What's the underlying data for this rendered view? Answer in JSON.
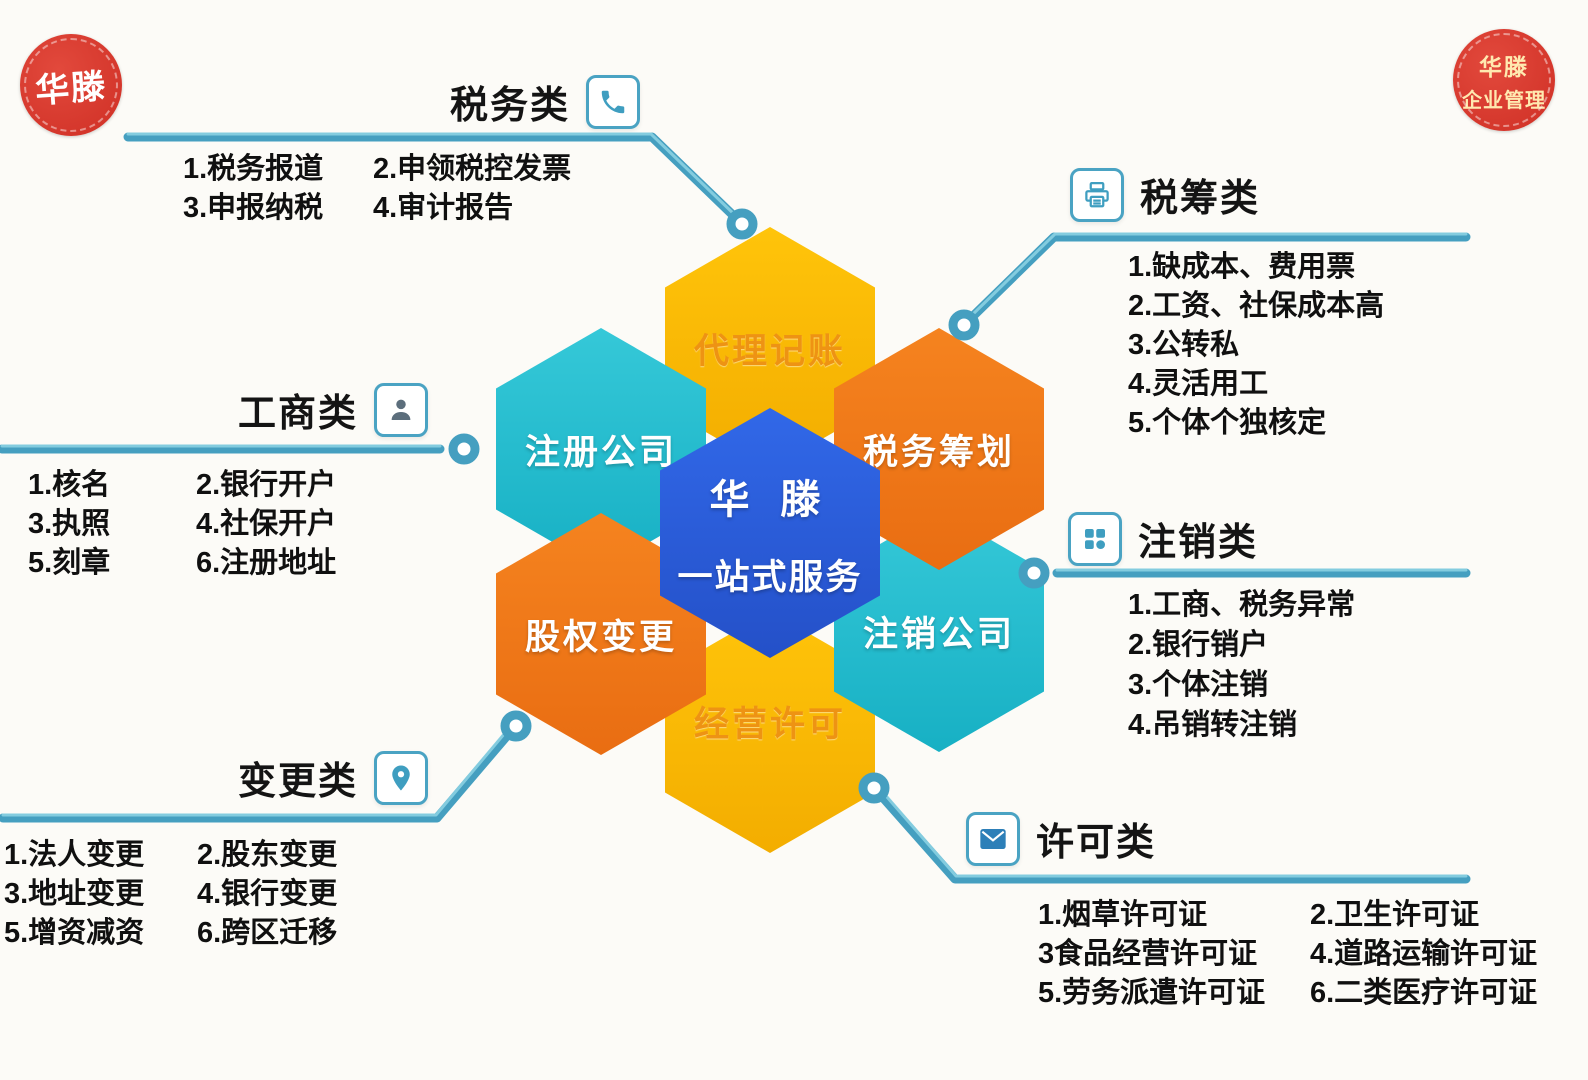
{
  "colors": {
    "background": "#fcfbf7",
    "line_teal": "#459fc0",
    "hex_gold": "#f7b602",
    "hex_cyan": "#23bccd",
    "hex_orange": "#f1771d",
    "hex_blue": "#2a5cdb",
    "seal_red": "#d5342c",
    "gold_label_text": "#ee9313"
  },
  "seal_left": {
    "text": "华滕"
  },
  "seal_right": {
    "line1": "华滕",
    "line2": "企业管理"
  },
  "center_hex": {
    "line1": "华 滕",
    "line2": "一站式服务"
  },
  "hex": {
    "bookkeeping": {
      "label": "代理记账",
      "color": "#f7b602"
    },
    "register": {
      "label": "注册公司",
      "color": "#23bccd"
    },
    "taxplan": {
      "label": "税务筹划",
      "color": "#f1771d"
    },
    "equity": {
      "label": "股权变更",
      "color": "#f1771d"
    },
    "cancel": {
      "label": "注销公司",
      "color": "#23bccd"
    },
    "license": {
      "label": "经营许可",
      "color": "#f7b602"
    }
  },
  "callouts": {
    "tax": {
      "title": "税务类",
      "icon": "phone-icon",
      "rows": [
        {
          "c1": "1.税务报道",
          "c2": "2.申领税控发票"
        },
        {
          "c1": "3.申报纳税",
          "c2": "4.审计报告"
        }
      ]
    },
    "taxplanning": {
      "title": "税筹类",
      "icon": "printer-icon",
      "items": [
        "1.缺成本、费用票",
        "2.工资、社保成本高",
        "3.公转私",
        "4.灵活用工",
        "5.个体个独核定"
      ]
    },
    "business": {
      "title": "工商类",
      "icon": "person-icon",
      "rows": [
        {
          "c1": "1.核名",
          "c2": "2.银行开户"
        },
        {
          "c1": "3.执照",
          "c2": "4.社保开户"
        },
        {
          "c1": "5.刻章",
          "c2": "6.注册地址"
        }
      ]
    },
    "deregister": {
      "title": "注销类",
      "icon": "grid-icon",
      "items": [
        "1.工商、税务异常",
        "2.银行销户",
        "3.个体注销",
        "4.吊销转注销"
      ]
    },
    "change": {
      "title": "变更类",
      "icon": "pin-icon",
      "rows": [
        {
          "c1": "1.法人变更",
          "c2": "2.股东变更"
        },
        {
          "c1": "3.地址变更",
          "c2": "4.银行变更"
        },
        {
          "c1": "5.增资减资",
          "c2": "6.跨区迁移"
        }
      ]
    },
    "permit": {
      "title": "许可类",
      "icon": "mail-icon",
      "rows": [
        {
          "c1": "1.烟草许可证",
          "c2": "2.卫生许可证"
        },
        {
          "c1": "3食品经营许可证",
          "c2": "4.道路运输许可证"
        },
        {
          "c1": "5.劳务派遣许可证",
          "c2": "6.二类医疗许可证"
        }
      ]
    }
  }
}
